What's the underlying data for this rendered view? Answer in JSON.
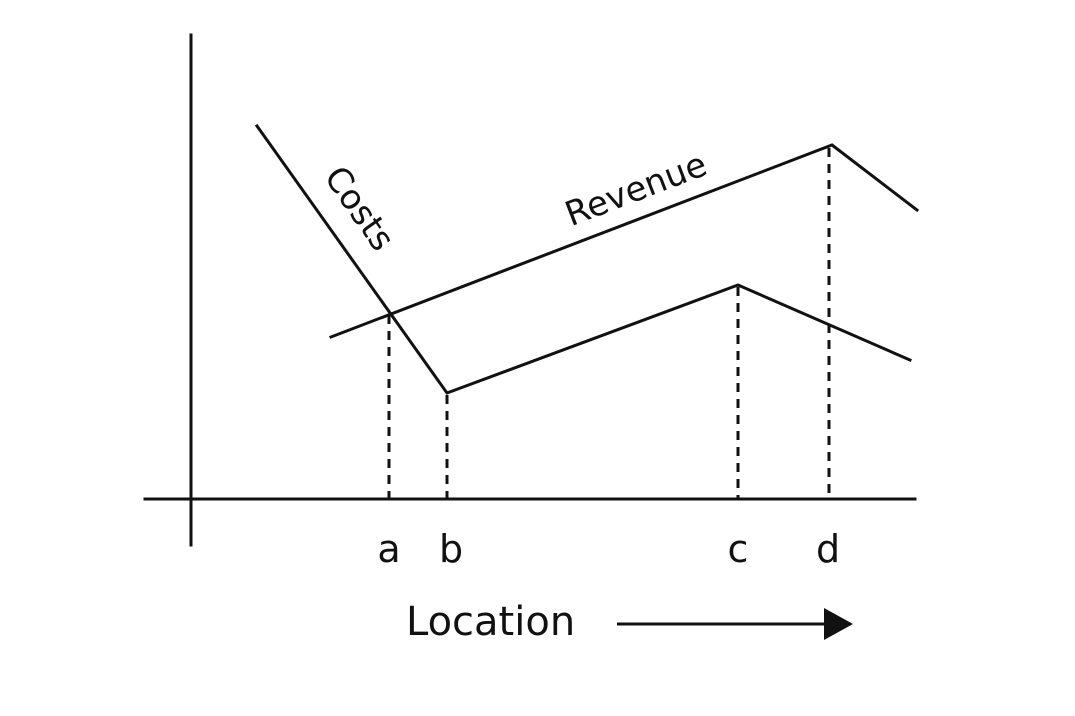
{
  "diagram": {
    "curves": {
      "costs_label": "Costs",
      "revenue_label": "Revenue"
    },
    "x_markers": [
      "a",
      "b",
      "c",
      "d"
    ],
    "x_axis_label": "Location",
    "colors": {
      "ink": "#111111",
      "background": "#ffffff"
    }
  }
}
